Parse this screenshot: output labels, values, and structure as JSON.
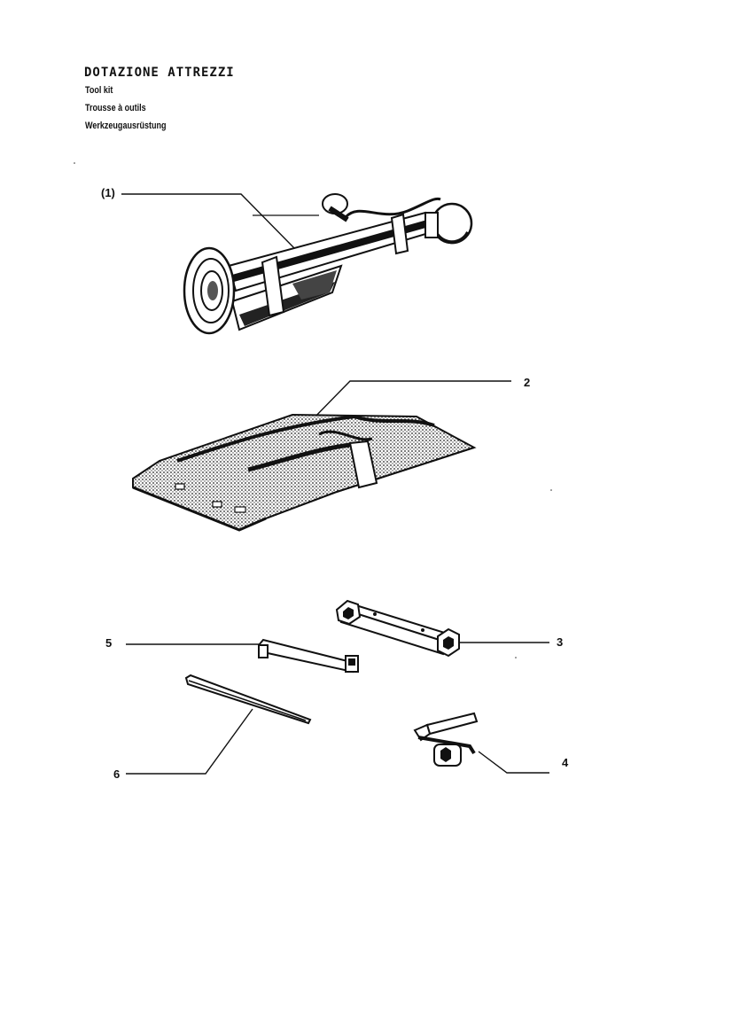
{
  "header": {
    "title": "DOTAZIONE ATTREZZI",
    "subtitle_en": "Tool kit",
    "subtitle_fr": "Trousse à outils",
    "subtitle_de": "Werkzeugausrüstung"
  },
  "callouts": {
    "jack": "(1)",
    "tool_roll": "2",
    "tube_spanner": "3",
    "wheel_wrench": "4",
    "offset_key": "5",
    "screwdriver": "6"
  },
  "colors": {
    "ink": "#111111",
    "paper": "#ffffff"
  }
}
